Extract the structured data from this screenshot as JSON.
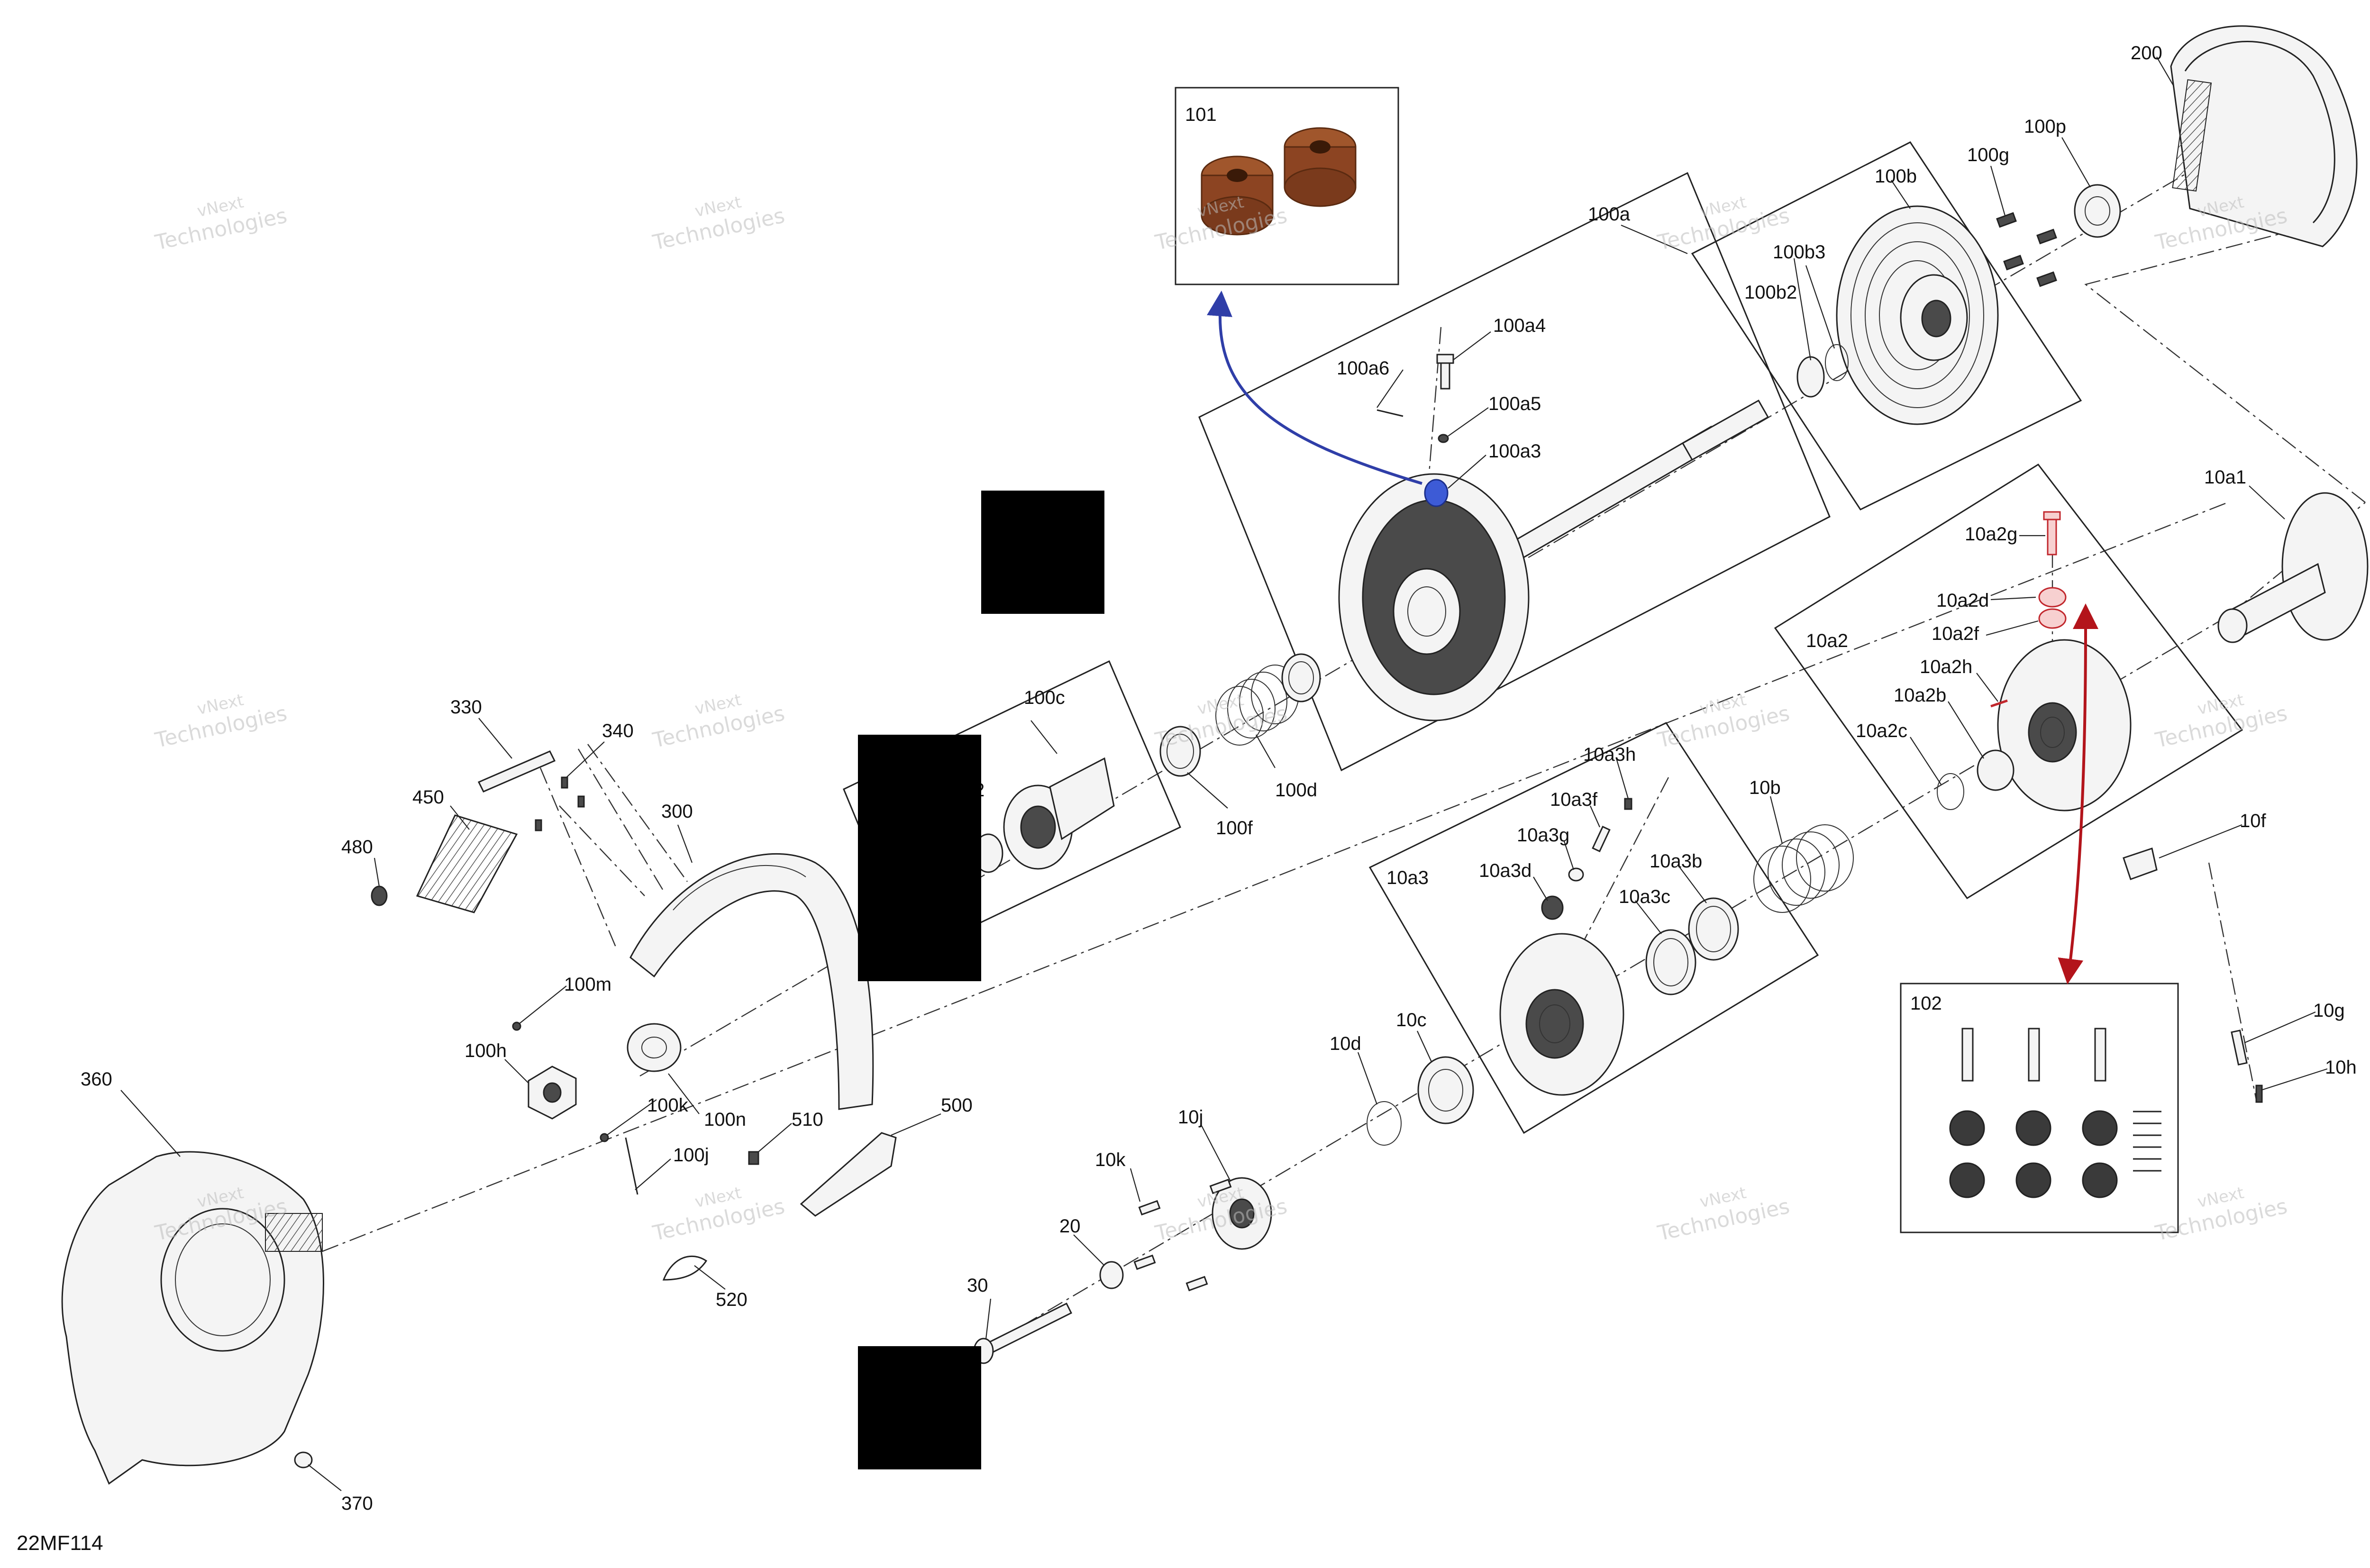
{
  "figure_id": "22MF114",
  "watermark": {
    "line1": "vNext",
    "line2": "Technologies"
  },
  "colors": {
    "blue_arrow": "#2f3ea8",
    "red_arrow": "#b3141b",
    "redaction": "#000000",
    "line": "#222222"
  },
  "callouts": {
    "p101": "101",
    "p102": "102",
    "p200": "200",
    "p100a": "100a",
    "p100a3": "100a3",
    "p100a4": "100a4",
    "p100a5": "100a5",
    "p100a6": "100a6",
    "p100b": "100b",
    "p100b2": "100b2",
    "p100b3": "100b3",
    "p100c": "100c",
    "p100c2": "2",
    "p100d": "100d",
    "p100f": "100f",
    "p100g": "100g",
    "p100p": "100p",
    "p100h": "100h",
    "p100j": "100j",
    "p100k": "100k",
    "p100m": "100m",
    "p100n": "100n",
    "p10a1": "10a1",
    "p10a2": "10a2",
    "p10a2b": "10a2b",
    "p10a2c": "10a2c",
    "p10a2d": "10a2d",
    "p10a2f": "10a2f",
    "p10a2g": "10a2g",
    "p10a2h": "10a2h",
    "p10a3": "10a3",
    "p10a3b": "10a3b",
    "p10a3c": "10a3c",
    "p10a3d": "10a3d",
    "p10a3f": "10a3f",
    "p10a3g": "10a3g",
    "p10a3h": "10a3h",
    "p10b": "10b",
    "p10c": "10c",
    "p10d": "10d",
    "p10f": "10f",
    "p10g": "10g",
    "p10h": "10h",
    "p10j": "10j",
    "p10k": "10k",
    "p20": "20",
    "p30": "30",
    "p300": "300",
    "p330": "330",
    "p340": "340",
    "p360": "360",
    "p370": "370",
    "p450": "450",
    "p480": "480",
    "p500": "500",
    "p510": "510",
    "p520": "520"
  }
}
